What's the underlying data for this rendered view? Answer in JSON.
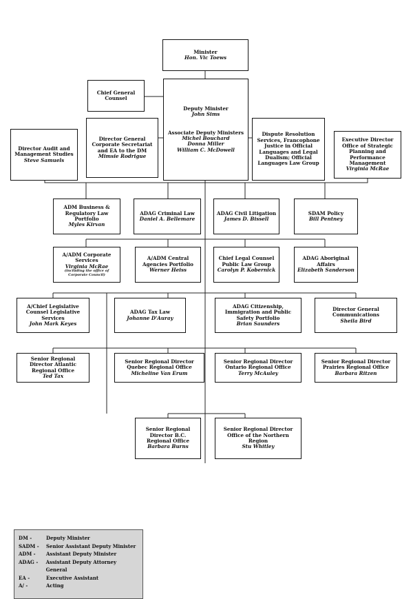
{
  "minister": {
    "title": "Minister",
    "name": "Hon. Vic Toews"
  },
  "chief_general_counsel": {
    "title": "Chief General Counsel"
  },
  "deputy": {
    "title": "Deputy Minister",
    "name": "John Sims",
    "assoc_title": "Associate Deputy Ministers",
    "assoc_names": [
      "Michel Bouchard",
      "Donna Miller",
      "William C. McDowell"
    ]
  },
  "dg_corporate": {
    "title": "Director General Corporate Secretariat and EA to the DM",
    "name": "Mimsie Rodrigue"
  },
  "dispute": {
    "title": "Dispute Resolution Services, Francophone Justice in Official Languages and Legal Dualism; Official Languages Law Group"
  },
  "director_audit": {
    "title": "Director Audit and Management Studies",
    "name": "Steve Samuels"
  },
  "exec_director": {
    "title": "Executive Director Office of Strategic Planning and Performance Management",
    "name": "Virginia McRae"
  },
  "row1": [
    {
      "title": "ADM Business & Regulatory Law Portfolio",
      "name": "Myles Kirvan"
    },
    {
      "title": "ADAG Criminal Law",
      "name": "Daniel A. Bellemare"
    },
    {
      "title": "ADAG Civil Litigation",
      "name": "James D. Bissell"
    },
    {
      "title": "SDAM Policy",
      "name": "Bill Pentney"
    }
  ],
  "row2": [
    {
      "title": "A/ADM Corporate Services",
      "name": "Virginia McRae",
      "note": "(including the office of Corporate Council)"
    },
    {
      "title": "A/ADM Central Agencies Portfolio",
      "name": "Werner Heiss"
    },
    {
      "title": "Chief Legal Counsel Public Law Group",
      "name": "Carolyn P. Kobernick"
    },
    {
      "title": "ADAG Aboriginal Affairs",
      "name": "Elizabeth Sanderson"
    }
  ],
  "row3": [
    {
      "title": "A/Chief Legislative Counsel Legislative Services",
      "name": "John Mark Keyes"
    },
    {
      "title": "ADAG Tax Law",
      "name": "Johanne D'Auray"
    },
    {
      "title": "ADAG Citizenship, Immigration and Public Safety Portfolio",
      "name": "Brian Saunders"
    },
    {
      "title": "Director General Communications",
      "name": "Sheila Bird"
    }
  ],
  "row4": [
    {
      "title": "Senior Regional Director Atlantic Regional Office",
      "name": "Ted Tax"
    },
    {
      "title": "Senior Regional Director Quebec Regional Office",
      "name": "Micheline Van Erum"
    },
    {
      "title": "Senior Regional Director Ontario Regional Office",
      "name": "Terry McAuley"
    },
    {
      "title": "Senior Regional Director Prairies Regional Office",
      "name": "Barbara Ritzen"
    }
  ],
  "row5": [
    {
      "title": "Senior Regional Director B.C. Regional Office",
      "name": "Barbara Burns"
    },
    {
      "title": "Senior Regional Director Office of the Northern Region",
      "name": "Stu Whitley"
    }
  ],
  "legend": [
    {
      "abbr": "DM -",
      "full": "Deputy Minister"
    },
    {
      "abbr": "SADM -",
      "full": "Senior Assistant Deputy Minister"
    },
    {
      "abbr": "ADM -",
      "full": "Assistant Deputy Minister"
    },
    {
      "abbr": "ADAG -",
      "full": "Assistant Deputy Attorney General"
    },
    {
      "abbr": "EA -",
      "full": "Executive Assistant"
    },
    {
      "abbr": "A/ -",
      "full": "Acting"
    }
  ]
}
